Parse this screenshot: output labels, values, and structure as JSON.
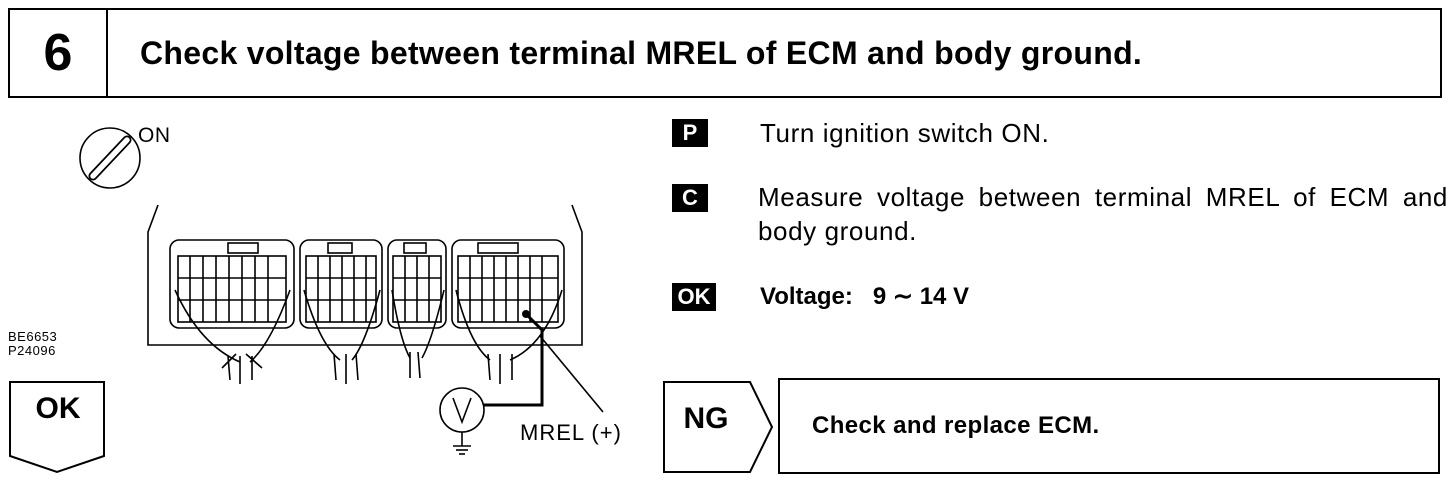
{
  "step": {
    "number": "6",
    "title": "Check voltage between terminal MREL of ECM and body ground."
  },
  "figure": {
    "ignition_label": "ON",
    "ref_codes": [
      "BE6653",
      "P24096"
    ],
    "probe_label": "MREL (+)"
  },
  "instructions": [
    {
      "badge": "P",
      "text": "Turn ignition switch ON."
    },
    {
      "badge": "C",
      "text": "Measure voltage between terminal MREL of ECM and body ground."
    },
    {
      "badge": "OK",
      "text": "Voltage:   9 ∼ 14 V"
    }
  ],
  "results": {
    "ok_label": "OK",
    "ng_label": "NG",
    "ng_action": "Check and replace ECM."
  }
}
